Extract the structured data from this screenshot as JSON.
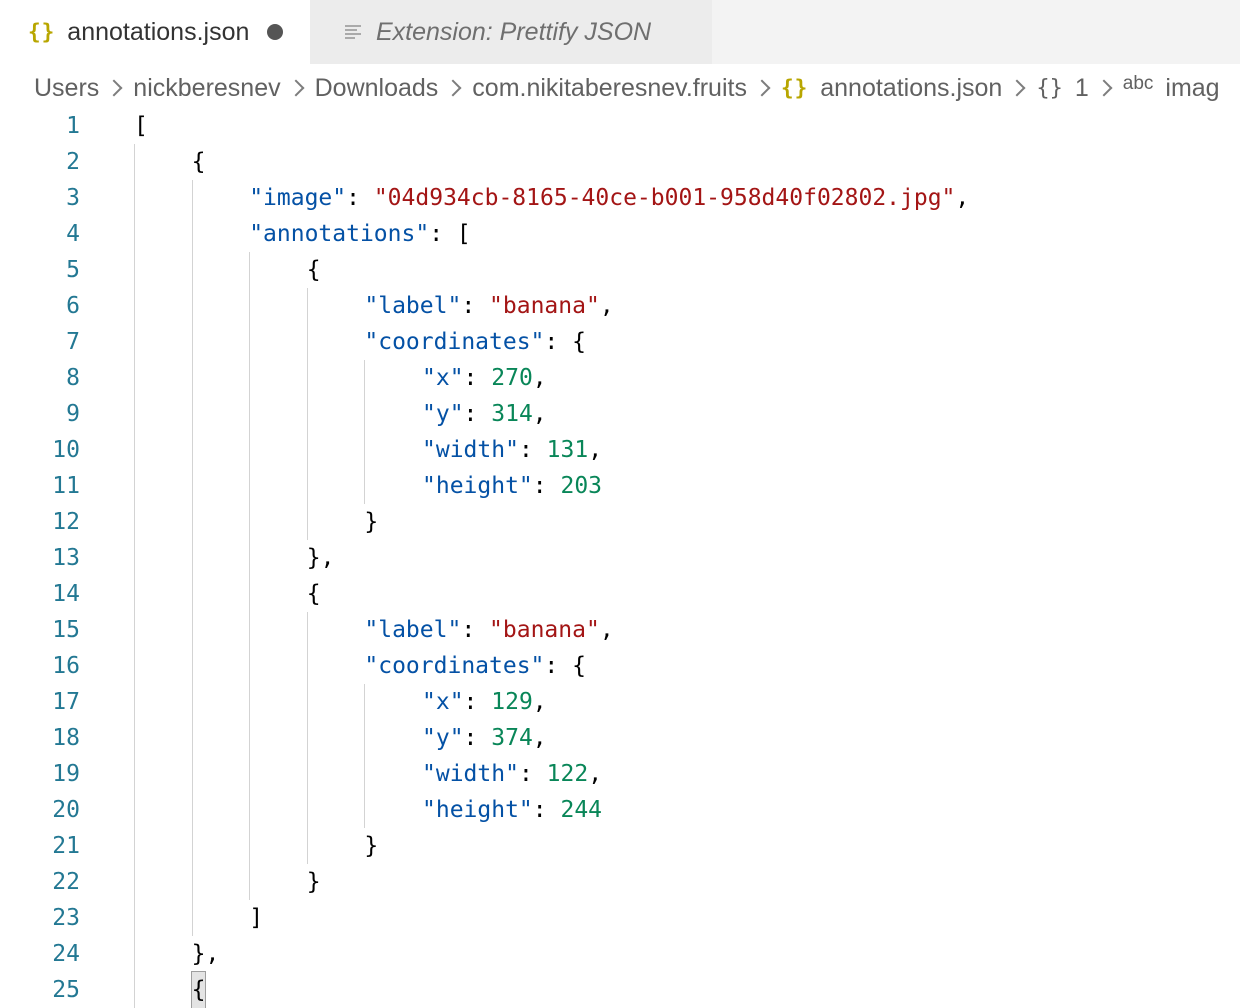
{
  "tabs": [
    {
      "label": "annotations.json",
      "icon": "json-braces-icon",
      "modified": true,
      "active": true
    },
    {
      "label": "Extension: Prettify JSON",
      "icon": "preview-icon",
      "active": false
    }
  ],
  "breadcrumb": {
    "items": [
      "Users",
      "nickberesnev",
      "Downloads",
      "com.nikitaberesnev.fruits",
      "annotations.json",
      "1",
      "imag"
    ]
  },
  "colors": {
    "line_number": "#237893",
    "key": "#0451a5",
    "string": "#a31515",
    "number": "#098658",
    "json_icon": "#b8a600"
  },
  "editor": {
    "lines": [
      {
        "n": "1",
        "indent": 0,
        "tokens": [
          {
            "t": "p",
            "v": "["
          }
        ]
      },
      {
        "n": "2",
        "indent": 1,
        "tokens": [
          {
            "t": "p",
            "v": "{"
          }
        ]
      },
      {
        "n": "3",
        "indent": 2,
        "tokens": [
          {
            "t": "k",
            "v": "\"image\""
          },
          {
            "t": "p",
            "v": ": "
          },
          {
            "t": "s",
            "v": "\"04d934cb-8165-40ce-b001-958d40f02802.jpg\""
          },
          {
            "t": "p",
            "v": ","
          }
        ]
      },
      {
        "n": "4",
        "indent": 2,
        "tokens": [
          {
            "t": "k",
            "v": "\"annotations\""
          },
          {
            "t": "p",
            "v": ": ["
          }
        ]
      },
      {
        "n": "5",
        "indent": 3,
        "tokens": [
          {
            "t": "p",
            "v": "{"
          }
        ]
      },
      {
        "n": "6",
        "indent": 4,
        "tokens": [
          {
            "t": "k",
            "v": "\"label\""
          },
          {
            "t": "p",
            "v": ": "
          },
          {
            "t": "s",
            "v": "\"banana\""
          },
          {
            "t": "p",
            "v": ","
          }
        ]
      },
      {
        "n": "7",
        "indent": 4,
        "tokens": [
          {
            "t": "k",
            "v": "\"coordinates\""
          },
          {
            "t": "p",
            "v": ": {"
          }
        ]
      },
      {
        "n": "8",
        "indent": 5,
        "tokens": [
          {
            "t": "k",
            "v": "\"x\""
          },
          {
            "t": "p",
            "v": ": "
          },
          {
            "t": "n",
            "v": "270"
          },
          {
            "t": "p",
            "v": ","
          }
        ]
      },
      {
        "n": "9",
        "indent": 5,
        "tokens": [
          {
            "t": "k",
            "v": "\"y\""
          },
          {
            "t": "p",
            "v": ": "
          },
          {
            "t": "n",
            "v": "314"
          },
          {
            "t": "p",
            "v": ","
          }
        ]
      },
      {
        "n": "10",
        "indent": 5,
        "tokens": [
          {
            "t": "k",
            "v": "\"width\""
          },
          {
            "t": "p",
            "v": ": "
          },
          {
            "t": "n",
            "v": "131"
          },
          {
            "t": "p",
            "v": ","
          }
        ]
      },
      {
        "n": "11",
        "indent": 5,
        "tokens": [
          {
            "t": "k",
            "v": "\"height\""
          },
          {
            "t": "p",
            "v": ": "
          },
          {
            "t": "n",
            "v": "203"
          }
        ]
      },
      {
        "n": "12",
        "indent": 4,
        "tokens": [
          {
            "t": "p",
            "v": "}"
          }
        ]
      },
      {
        "n": "13",
        "indent": 3,
        "tokens": [
          {
            "t": "p",
            "v": "},"
          }
        ]
      },
      {
        "n": "14",
        "indent": 3,
        "tokens": [
          {
            "t": "p",
            "v": "{"
          }
        ]
      },
      {
        "n": "15",
        "indent": 4,
        "tokens": [
          {
            "t": "k",
            "v": "\"label\""
          },
          {
            "t": "p",
            "v": ": "
          },
          {
            "t": "s",
            "v": "\"banana\""
          },
          {
            "t": "p",
            "v": ","
          }
        ]
      },
      {
        "n": "16",
        "indent": 4,
        "tokens": [
          {
            "t": "k",
            "v": "\"coordinates\""
          },
          {
            "t": "p",
            "v": ": {"
          }
        ]
      },
      {
        "n": "17",
        "indent": 5,
        "tokens": [
          {
            "t": "k",
            "v": "\"x\""
          },
          {
            "t": "p",
            "v": ": "
          },
          {
            "t": "n",
            "v": "129"
          },
          {
            "t": "p",
            "v": ","
          }
        ]
      },
      {
        "n": "18",
        "indent": 5,
        "tokens": [
          {
            "t": "k",
            "v": "\"y\""
          },
          {
            "t": "p",
            "v": ": "
          },
          {
            "t": "n",
            "v": "374"
          },
          {
            "t": "p",
            "v": ","
          }
        ]
      },
      {
        "n": "19",
        "indent": 5,
        "tokens": [
          {
            "t": "k",
            "v": "\"width\""
          },
          {
            "t": "p",
            "v": ": "
          },
          {
            "t": "n",
            "v": "122"
          },
          {
            "t": "p",
            "v": ","
          }
        ]
      },
      {
        "n": "20",
        "indent": 5,
        "tokens": [
          {
            "t": "k",
            "v": "\"height\""
          },
          {
            "t": "p",
            "v": ": "
          },
          {
            "t": "n",
            "v": "244"
          }
        ]
      },
      {
        "n": "21",
        "indent": 4,
        "tokens": [
          {
            "t": "p",
            "v": "}"
          }
        ]
      },
      {
        "n": "22",
        "indent": 3,
        "tokens": [
          {
            "t": "p",
            "v": "}"
          }
        ]
      },
      {
        "n": "23",
        "indent": 2,
        "tokens": [
          {
            "t": "p",
            "v": "]"
          }
        ]
      },
      {
        "n": "24",
        "indent": 1,
        "tokens": [
          {
            "t": "p",
            "v": "},"
          }
        ]
      },
      {
        "n": "25",
        "indent": 1,
        "tokens": [
          {
            "t": "p",
            "v": "{",
            "cursor": true
          }
        ]
      }
    ]
  }
}
